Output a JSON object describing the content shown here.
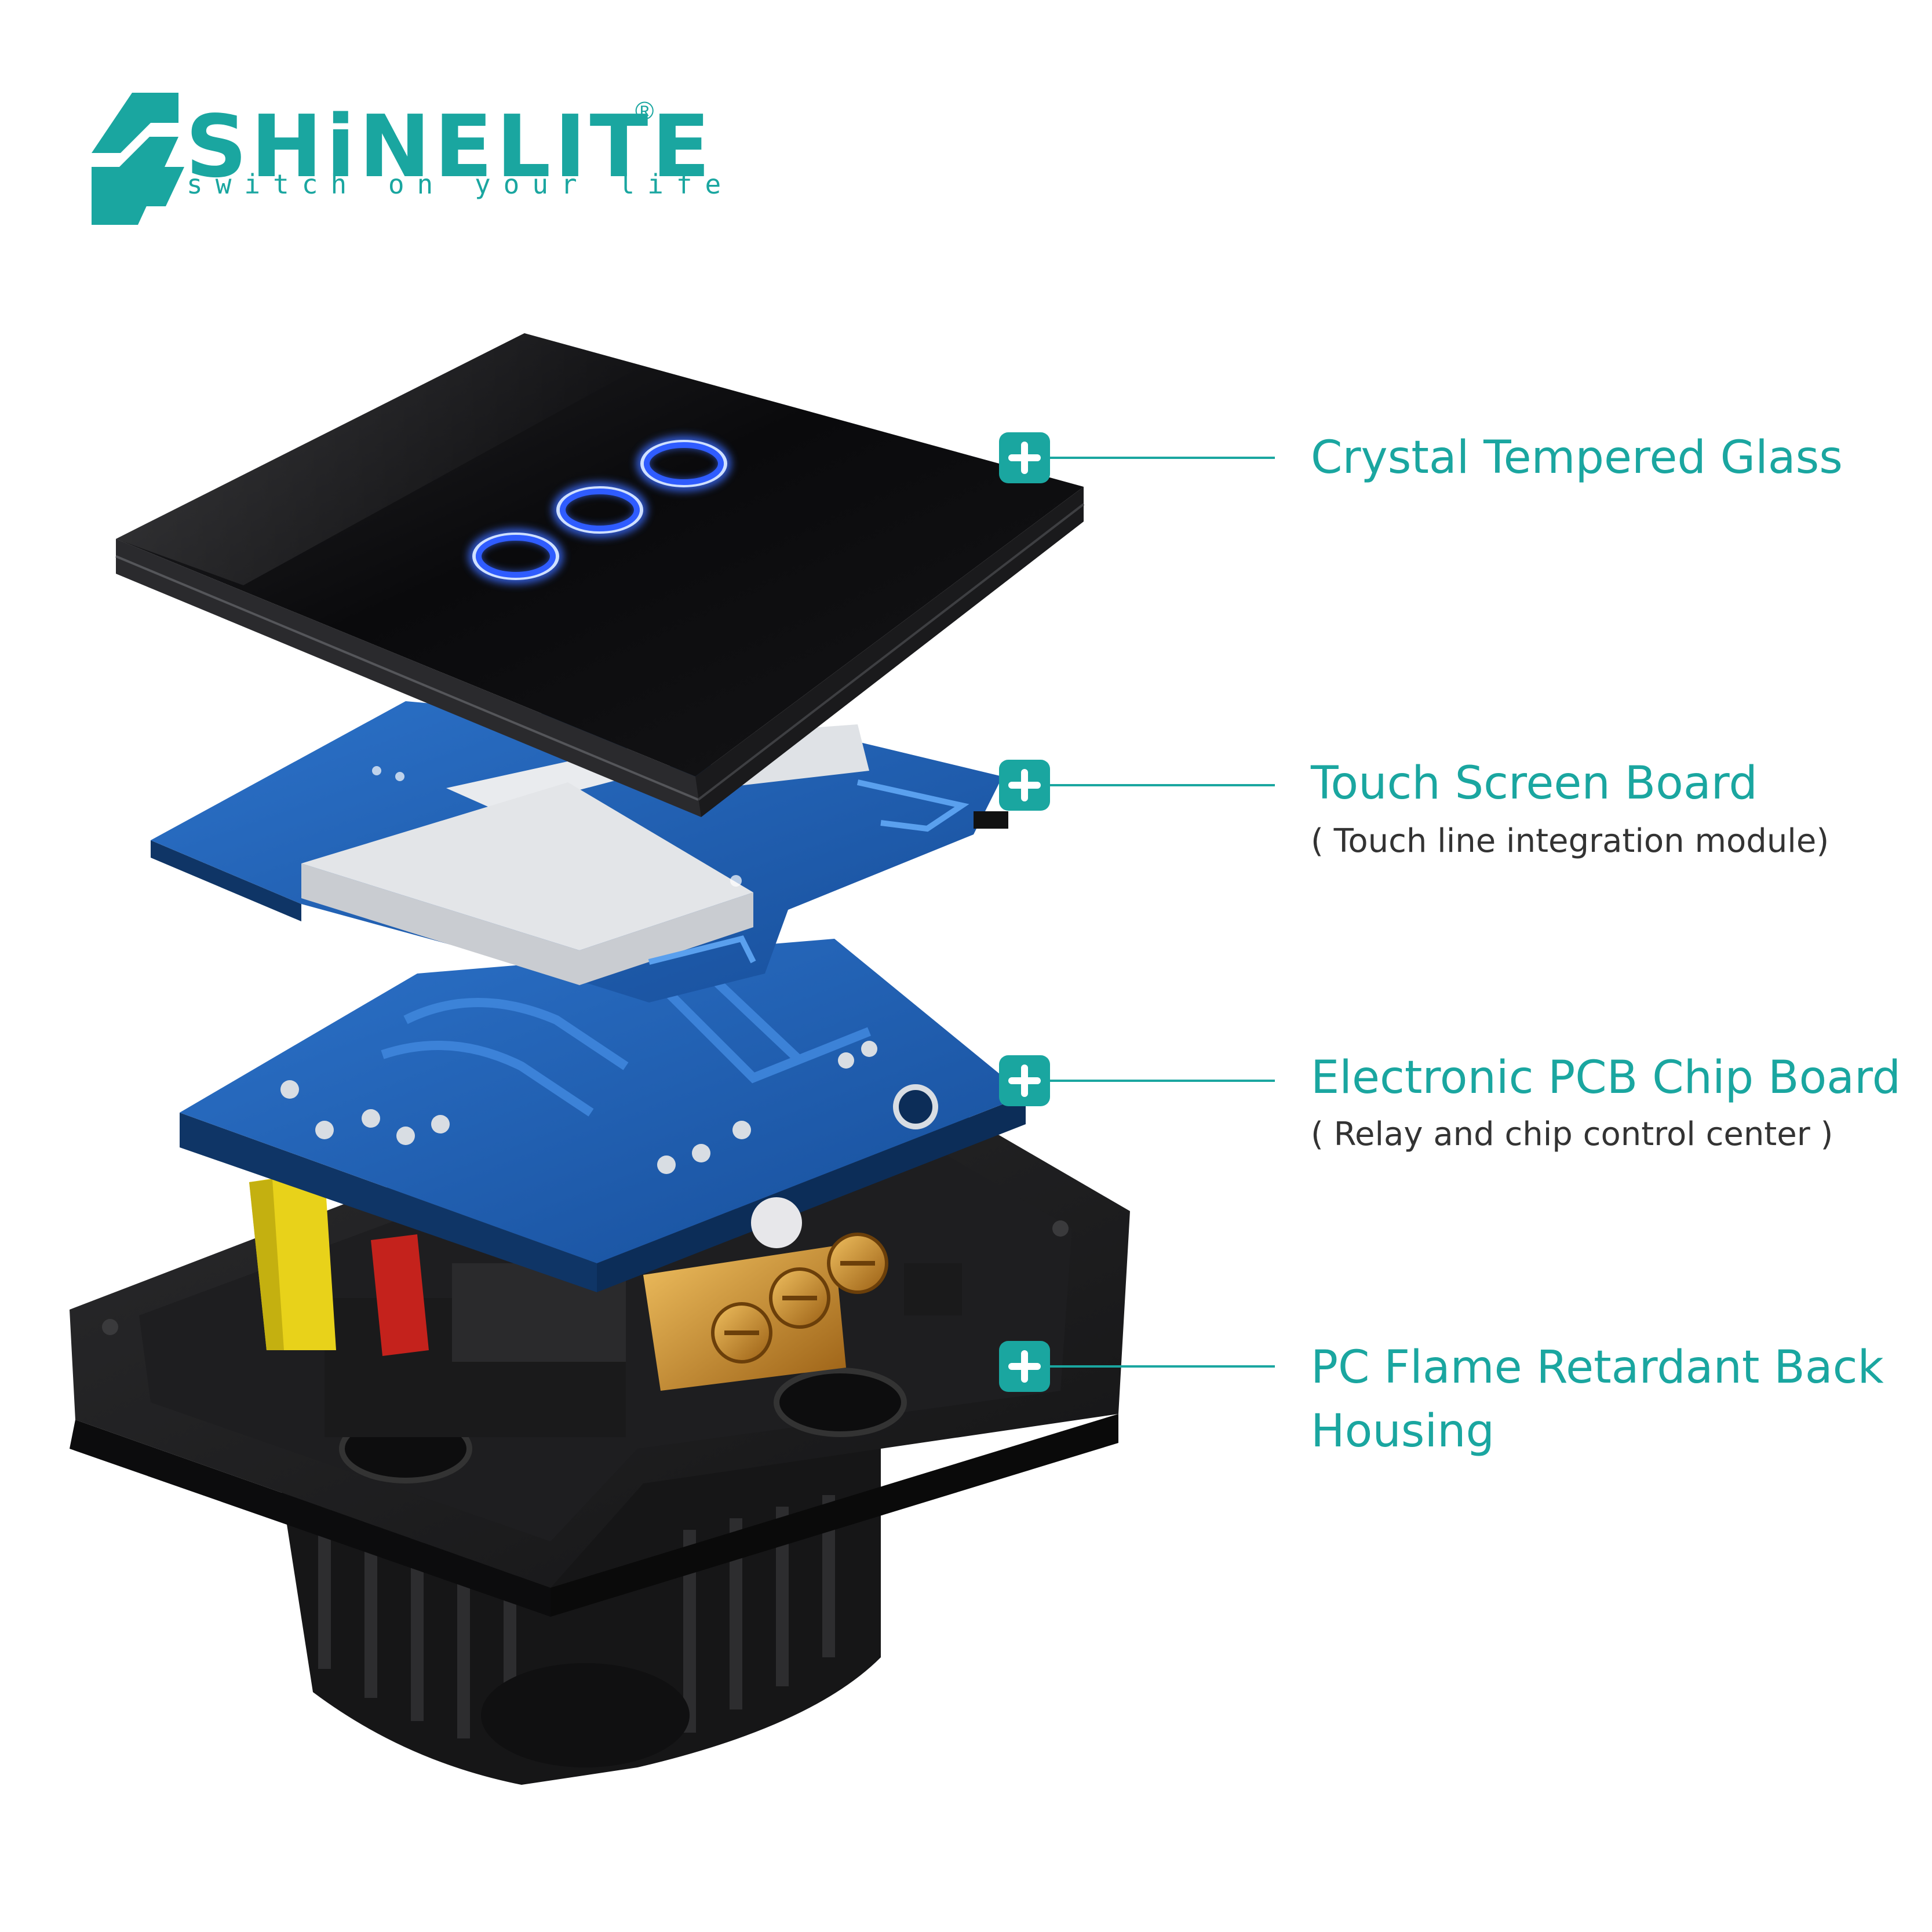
{
  "brand": {
    "name": "SHiNELITE",
    "registered_mark": "®",
    "tagline": "switch on your life",
    "color": "#1aa6a0"
  },
  "callouts": [
    {
      "title_lines": [
        "Crystal Tempered Glass"
      ],
      "subtitle": ""
    },
    {
      "title_lines": [
        "Touch Screen Board"
      ],
      "subtitle": "( Touch line integration module)"
    },
    {
      "title_lines": [
        "Electronic PCB Chip Board"
      ],
      "subtitle": "( Relay and chip control center )"
    },
    {
      "title_lines": [
        "PC Flame Retardant Back",
        "Housing"
      ],
      "subtitle": ""
    }
  ],
  "marker_icon": "plus-icon",
  "colors": {
    "accent": "#1aa6a0",
    "text_dark": "#333333",
    "glass": "#0b0b0d",
    "glow": "#3b6cff",
    "pcb": "#1f5fb5",
    "housing": "#1b1b1b",
    "copper": "#c88a2c",
    "yellow": "#e8d21a",
    "red": "#c4221c"
  }
}
